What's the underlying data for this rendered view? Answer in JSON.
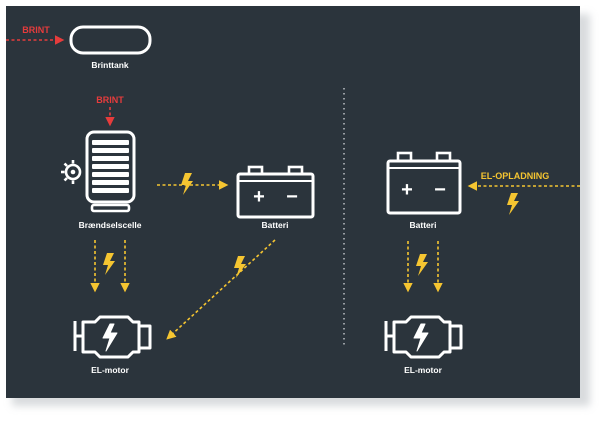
{
  "labels": {
    "brint_top": "BRINT",
    "brint_mid": "BRINT",
    "brinttank": "Brinttank",
    "fuel_cell": "Brændselscelle",
    "battery_left": "Batteri",
    "battery_right": "Batteri",
    "motor_left": "EL-motor",
    "motor_right": "EL-motor",
    "el_charging": "EL-OPLADNING"
  },
  "battery_terminals": {
    "plus": "+",
    "minus": "−"
  },
  "colors": {
    "background": "#2b343c",
    "shadow": "#cfd3d6",
    "icon_stroke": "#ffffff",
    "hydrogen": "#e63c3c",
    "electric": "#f5c531",
    "divider": "#c7cbcf"
  },
  "icons": {
    "brinttank": "tank-icon",
    "fuel_cell": "fuel-cell-icon",
    "battery": "battery-icon",
    "motor": "electric-motor-icon",
    "bolt": "lightning-bolt-icon"
  }
}
